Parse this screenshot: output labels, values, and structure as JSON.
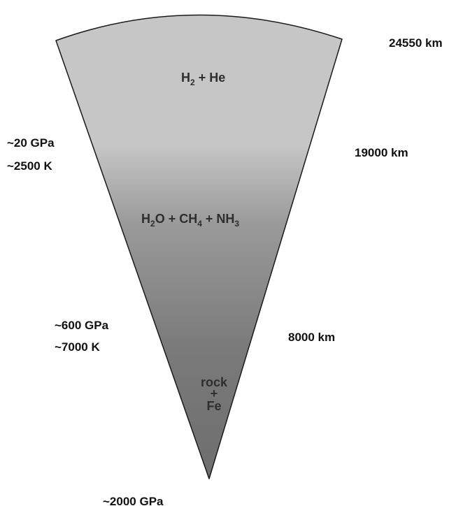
{
  "planet_layers": [
    {
      "composition": {
        "main": "H",
        "sub": "2",
        "rest": " + He"
      }
    },
    {
      "composition_parts": [
        {
          "main": "H",
          "sub": "2",
          "rest": "O + CH"
        },
        {
          "sub": "4",
          "rest": " + NH"
        },
        {
          "sub": "3"
        }
      ]
    },
    {
      "composition_lines": [
        "rock",
        "+",
        "Fe"
      ]
    }
  ],
  "radius_labels": [
    "24550 km",
    "19000 km",
    "8000 km"
  ],
  "conditions": [
    {
      "pressure": "~20 GPa",
      "temperature": "~2500 K"
    },
    {
      "pressure": "~600 GPa",
      "temperature": "~7000 K"
    },
    {
      "pressure": "~2000 GPa"
    }
  ],
  "colors": {
    "outer_layer": "#c6c6c6",
    "middle_layer": "#9a9a9a",
    "core_layer": "#6e6e6e",
    "outline": "#1a1a1a",
    "label_text": "#111111"
  }
}
